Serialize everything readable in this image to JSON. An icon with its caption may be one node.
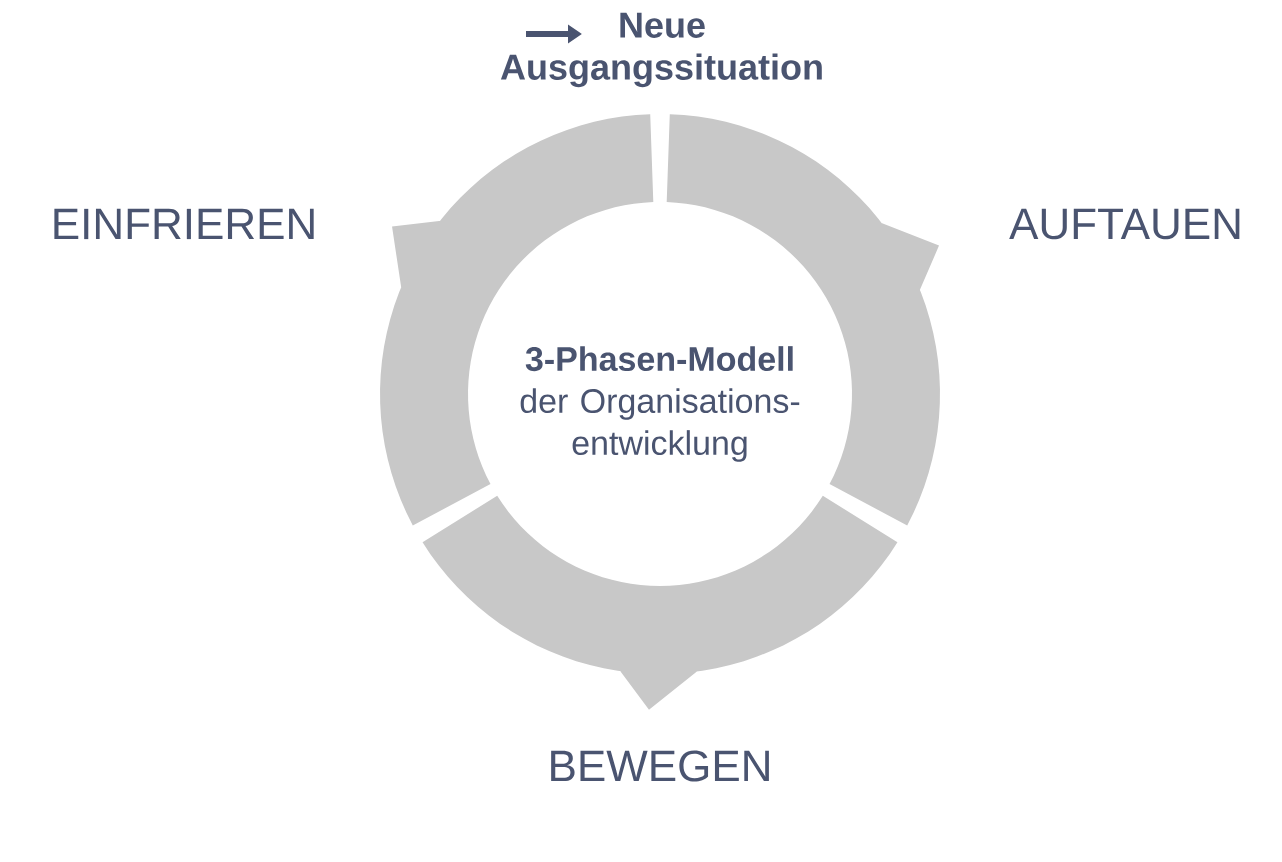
{
  "diagram": {
    "nodes": [
      {
        "text": [
          "Neue Ausgangssituation"
        ]
      },
      {
        "text": [
          "AUFTAUEN"
        ]
      },
      {
        "text": [
          "BEWEGEN"
        ]
      },
      {
        "text": [
          "EINFRIEREN"
        ]
      },
      {
        "text": [
          "3-Phasen-Modell",
          "der Organisations-entwicklung"
        ]
      }
    ]
  }
}
